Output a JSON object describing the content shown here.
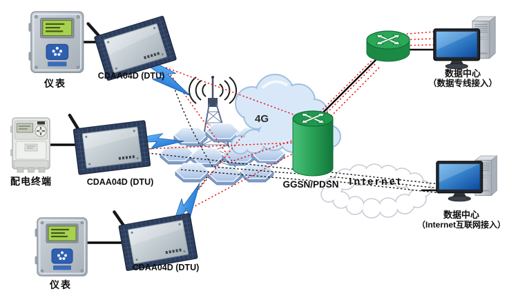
{
  "diagram": {
    "left_devices": [
      {
        "label": "仪表"
      },
      {
        "label": "配电终端"
      },
      {
        "label": "仪表"
      }
    ],
    "dtus": [
      {
        "label": "CDAA04D (DTU)"
      },
      {
        "label": "CDAA04D (DTU)"
      },
      {
        "label": "CDAA04D (DTU)"
      }
    ],
    "network": {
      "cloud_label": "4G",
      "gateway_label": "GGSN/PDSN",
      "internet_label": "Internet"
    },
    "data_centers": [
      {
        "title": "数据中心",
        "subtitle": "（数据专线接入）"
      },
      {
        "title": "数据中心",
        "subtitle": "（Internet互联网接入）"
      }
    ],
    "colors": {
      "red_path": "#e51414",
      "black_path": "#151515",
      "lightning_blue": "#1d7de0",
      "router_green": "#22a24f",
      "cloud_blue": "#d9e8f8",
      "screen_blue": "#1668c8",
      "lcd_green": "#a8d14f"
    }
  }
}
